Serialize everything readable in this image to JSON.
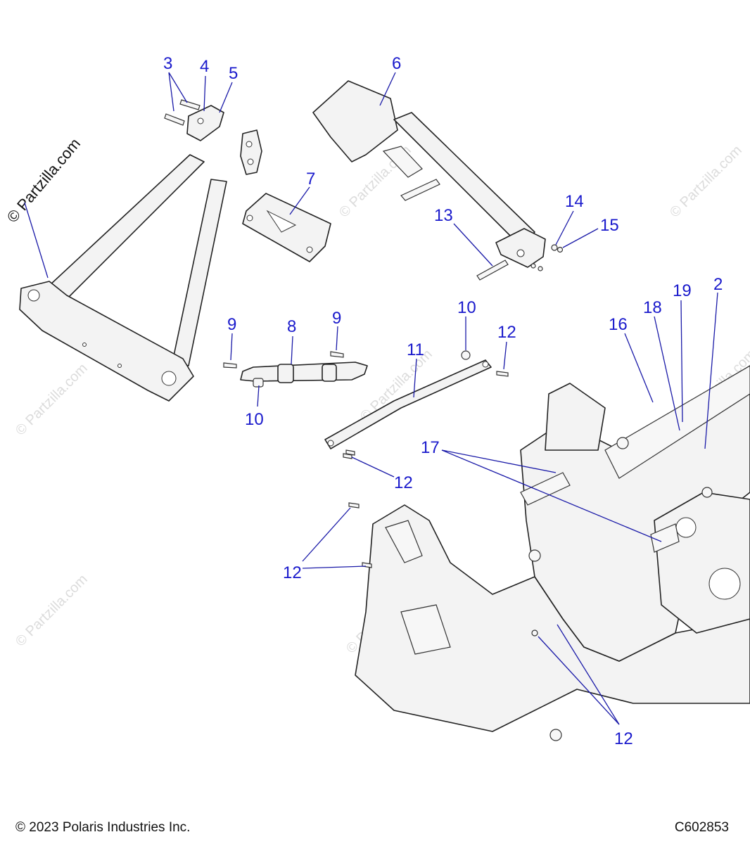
{
  "footer": {
    "copyright": "© 2023 Polaris Industries Inc.",
    "drawing_number": "C602853"
  },
  "watermark": "© Partzilla.com",
  "callouts": [
    "2",
    "3",
    "4",
    "5",
    "6",
    "7",
    "8",
    "9",
    "9",
    "10",
    "10",
    "11",
    "12",
    "12",
    "12",
    "12",
    "13",
    "14",
    "15",
    "16",
    "17",
    "18",
    "19"
  ]
}
